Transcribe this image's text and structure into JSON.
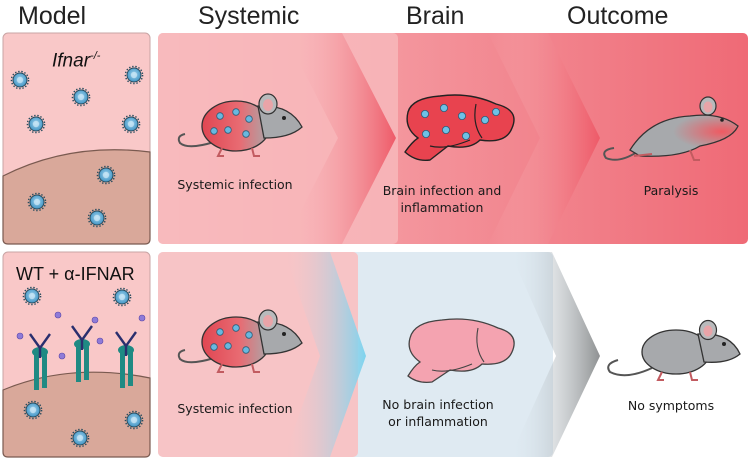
{
  "headers": {
    "model": "Model",
    "systemic": "Systemic",
    "brain": "Brain",
    "outcome": "Outcome"
  },
  "row1": {
    "model_label": "Ifnar",
    "model_superscript": "-/-",
    "systemic_caption": "Systemic infection",
    "brain_caption_line1": "Brain infection and",
    "brain_caption_line2": "inflammation",
    "outcome_caption": "Paralysis"
  },
  "row2": {
    "model_label": "WT + α-IFNAR",
    "systemic_caption": "Systemic infection",
    "brain_caption_line1": "No brain infection",
    "brain_caption_line2": "or inflammation",
    "outcome_caption": "No symptoms"
  },
  "colors": {
    "panel_pink": "#f9c8c8",
    "band_red": "#f07a82",
    "band_blue": "#daeaf5",
    "tissue": "#d9a89a",
    "virus": "#3a8fc0",
    "mouse_gray": "#a7a9ac",
    "infected_red": "#e24a55",
    "brain_healthy": "#f4a3b0",
    "antibody_navy": "#2a2f6e",
    "receptor_teal": "#1f8a83"
  }
}
